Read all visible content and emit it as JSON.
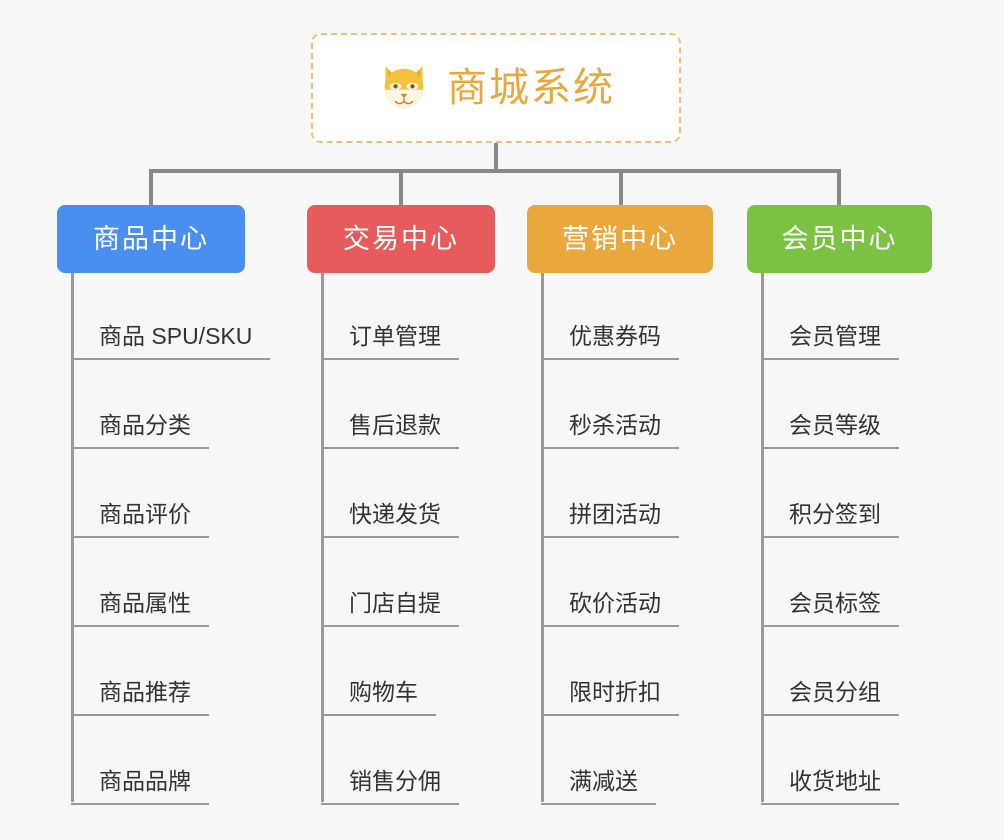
{
  "page": {
    "background_color": "#f7f7f7",
    "title": "商城系统"
  },
  "root": {
    "label": "商城系统",
    "icon": "shiba-dog-face-icon",
    "text_color": "#e8a93c",
    "border_color": "#f0c070",
    "background_color": "#ffffff"
  },
  "connector": {
    "color": "#888888"
  },
  "columns": [
    {
      "id": "product-center",
      "label": "商品中心",
      "color": "#4a8ef0",
      "items": [
        "商品 SPU/SKU",
        "商品分类",
        "商品评价",
        "商品属性",
        "商品推荐",
        "商品品牌"
      ]
    },
    {
      "id": "trade-center",
      "label": "交易中心",
      "color": "#e65c5c",
      "items": [
        "订单管理",
        "售后退款",
        "快递发货",
        "门店自提",
        "购物车",
        "销售分佣"
      ]
    },
    {
      "id": "marketing-center",
      "label": "营销中心",
      "color": "#eaa73c",
      "items": [
        "优惠券码",
        "秒杀活动",
        "拼团活动",
        "砍价活动",
        "限时折扣",
        "满减送"
      ]
    },
    {
      "id": "member-center",
      "label": "会员中心",
      "color": "#7cc242",
      "items": [
        "会员管理",
        "会员等级",
        "积分签到",
        "会员标签",
        "会员分组",
        "收货地址"
      ]
    }
  ]
}
